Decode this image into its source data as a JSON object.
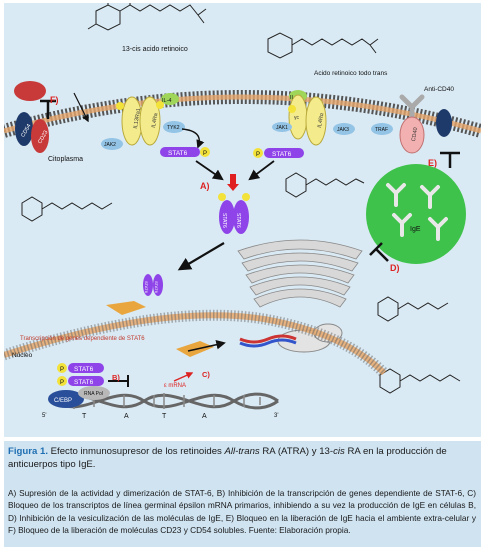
{
  "labels": {
    "cis_ra": "13-cis acido retinoico",
    "trans_ra": "Acido retinoico todo trans",
    "anti_cd40": "Anti-CD40",
    "il4_left": "IL-4",
    "il4_right": "IL-4",
    "il13ra1": "IL13Ra1",
    "il4ra_left": "IL4Ra",
    "il4ra_right": "IL4Rα",
    "jak2": "JAK2",
    "tyk2_left": "TYK2",
    "jak1": "JAK1",
    "jak3": "JAK3",
    "yc": "γc",
    "traf": "TRAF",
    "cd40": "CD40",
    "cd54": "CD54",
    "cd23": "CD23",
    "citoplasma": "Citoplasma",
    "stat6_left": "STAT6",
    "stat6_right": "STAT6",
    "stat6_dimer_a": "STAT6",
    "stat6_dimer_b": "STAT6",
    "stat6_nuc_a": "STAT6",
    "stat6_nuc_b": "STAT6",
    "stat6_dna_top": "STAT6",
    "stat6_dna_bottom": "STAT6",
    "p": "P",
    "ige": "IgE",
    "transcripcion": "Transcripción de genes dependiente de STAT6",
    "nucleo": "Núcleo",
    "cebp": "C/EBP",
    "rna_pol": "RNA Pol",
    "mrna": "ε mRNA",
    "dna_5": "5'",
    "dna_3": "3'",
    "dna_t": "T",
    "dna_a": "A",
    "letter_a": "A)",
    "letter_b": "B)",
    "letter_c": "C)",
    "letter_d": "D)",
    "letter_e": "E)",
    "letter_f": "F)"
  },
  "caption": {
    "figure_label": "Figura 1.",
    "title_1": "Efecto inmunosupresor de los retinoides ",
    "title_em1": "All-trans",
    "title_2": " RA (ATRA) y 13-",
    "title_em2": "cis",
    "title_3": " RA en la producción de anticuerpos tipo IgE.",
    "body": "A) Supresión de la actividad y dimerización de STAT-6, B) Inhibición de la transcripción de genes dependiente de STAT-6, C) Bloqueo de los transcriptos de línea germinal épsilon mRNA primarios, inhibiendo a su vez la producción de IgE en células B, D) Inhibición de la vesiculización de las moléculas de IgE, E) Bloqueo en la liberación de IgE hacia el ambiente extra-celular y F) Bloqueo de la liberación de moléculas CD23 y CD54 solubles. Fuente: Elaboración propia."
  },
  "colors": {
    "background": "#daeaf4",
    "caption_bg": "#cfe3f1",
    "figure_label": "#1f6fb2",
    "stat6": "#8e44e8",
    "phospho": "#f2e23a",
    "ige_cell": "#3fc24b",
    "receptor_yellow": "#f4ec8c",
    "cd40": "#f3b0b0",
    "cd_dark": "#1e3a6a",
    "inhibit_red": "#cc2222"
  }
}
